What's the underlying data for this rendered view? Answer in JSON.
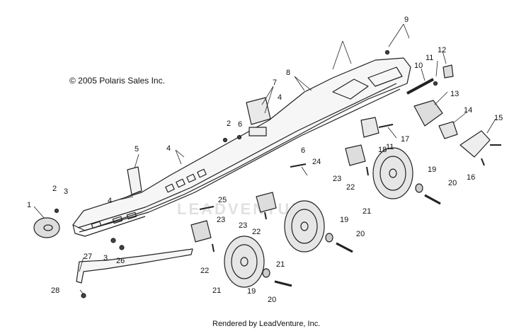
{
  "diagram": {
    "copyright": "© 2005 Polaris Sales Inc.",
    "rendered_by": "Rendered by LeadVenture, Inc.",
    "watermark": "LEADVENTURE",
    "callouts": [
      "1",
      "2",
      "3",
      "4",
      "5",
      "2",
      "6",
      "4",
      "7",
      "4",
      "8",
      "9",
      "10",
      "11",
      "12",
      "13",
      "14",
      "15",
      "16",
      "17",
      "11",
      "18",
      "6",
      "24",
      "23",
      "22",
      "19",
      "20",
      "21",
      "25",
      "23",
      "22",
      "19",
      "20",
      "21",
      "22",
      "23",
      "27",
      "3",
      "26",
      "28",
      "21",
      "19",
      "20"
    ]
  }
}
